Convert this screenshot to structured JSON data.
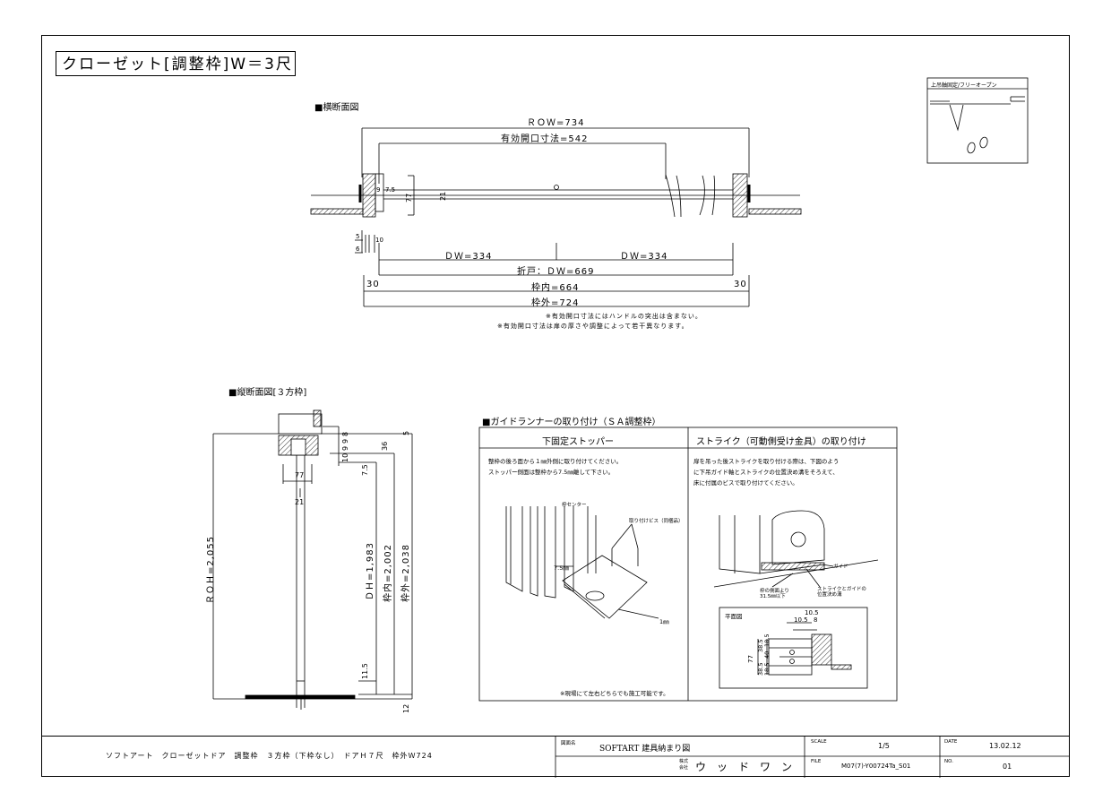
{
  "title": "クローゼット[調整枠]W＝3尺",
  "legend_box": {
    "label": "上吊軸固定/フリーオープン"
  },
  "horizontal": {
    "heading": "■横断面図",
    "row": "ＲＯＷ=734",
    "effective_opening": "有効開口寸法=542",
    "small_dims": [
      "9",
      "7.5",
      "77",
      "21"
    ],
    "side_dims": [
      "5",
      "6",
      "10"
    ],
    "dw_left": "ＤＷ=334",
    "dw_right": "ＤＷ=334",
    "folding": "折戸：ＤＷ=669",
    "side_30_left": "30",
    "side_30_right": "30",
    "inner": "枠内=664",
    "outer": "枠外=724",
    "note1": "※有効開口寸法にはハンドルの突出は含まない。",
    "note2": "※有効開口寸法は扉の厚さや調整によって若干異なります。"
  },
  "vertical": {
    "heading": "■縦断面図[３方枠]",
    "roh": "ＲＯＨ=2,055",
    "dh": "ＤＨ=1,983",
    "inner": "枠内=2,002",
    "outer": "枠外=2,038",
    "dims_top": [
      "10",
      "9",
      "9",
      "8",
      "5"
    ],
    "d36": "36",
    "d75": "7.5",
    "d77": "77",
    "d21": "21",
    "d115": "11.5",
    "d12": "12"
  },
  "guide": {
    "heading": "■ガイドランナーの取り付け（ＳＡ調整枠）",
    "col1_title": "下固定ストッパー",
    "col1_text1": "整枠の後ろ面から１㎜外側に取り付けてください。",
    "col1_text2": "ストッパー側面は整枠から7.5㎜離して下さい。",
    "col1_lbl_center": "枠センター",
    "col1_lbl_screw": "取り付けビス（同梱品）",
    "col1_lbl_75": "7.5㎜",
    "col1_lbl_1": "1㎜",
    "col1_note": "※現場にて左右どちらでも施工可能です。",
    "col2_title": "ストライク（可動側受け金具）の取り付け",
    "col2_text1": "扉を吊った後ストライクを取り付ける際は、下図のよう",
    "col2_text2": "に下吊ガイド軸とストライクの位置決め溝をそろえて、",
    "col2_text3": "床に付属のビスで取り付けてください。",
    "col2_lbl_guide": "ガイド",
    "col2_lbl_frame1": "枠の側面より",
    "col2_lbl_frame2": "31.5㎜以下",
    "col2_lbl_strike1": "ストライクとガイドの",
    "col2_lbl_strike2": "位置決め溝",
    "plan_label": "平面図",
    "plan_d105a": "10.5",
    "plan_d105b": "10.5",
    "plan_d8": "8",
    "plan_d77": "77",
    "plan_v1": "38.5",
    "plan_v2": "18.5",
    "plan_v3": "40",
    "plan_v4": "18.5",
    "plan_v5": "38.5"
  },
  "footer": {
    "description": "ソフトアート　クローゼットドア　調整枠　３方枠（下枠なし）　ドアＨ７尺　枠外Ｗ724",
    "name_label": "図面名",
    "name_value": "SOFTART  建具納まり図",
    "company_prefix_1": "株式",
    "company_prefix_2": "会社",
    "company": "ウ　ッ　ド　ワ　ン",
    "scale_label": "SCALE",
    "scale_value": "1/5",
    "date_label": "DATE",
    "date_value": "13.02.12",
    "file_label": "FILE",
    "file_value": "M07(7)-Y00724Ta_S01",
    "no_label": "NO.",
    "no_value": "01"
  }
}
